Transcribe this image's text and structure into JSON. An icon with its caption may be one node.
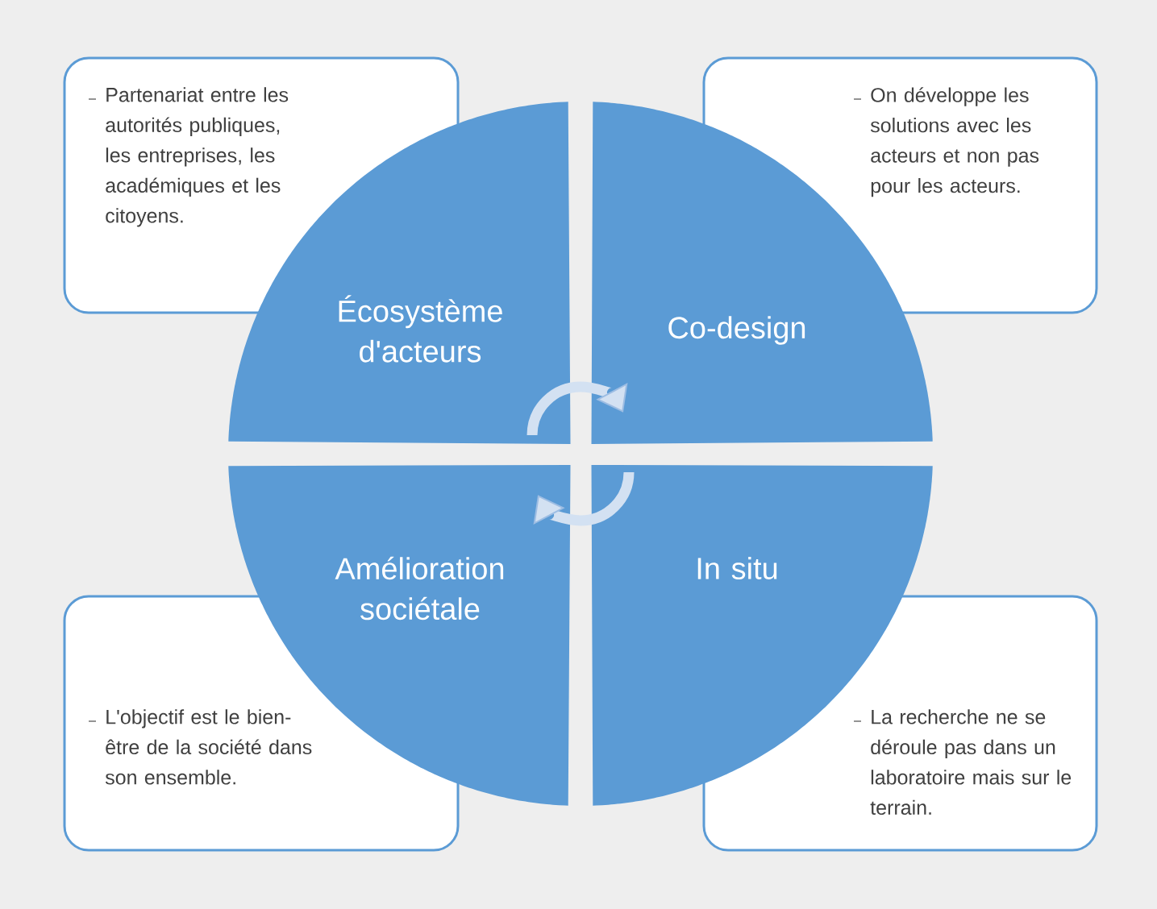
{
  "diagram": {
    "nodes": [
      {
        "text": [
          "Partenariat entre les autorités publiques, les entreprises, les académiques et les citoyens."
        ]
      },
      {
        "text": [
          "On développe les solutions avec les acteurs et non pas pour les acteurs."
        ]
      },
      {
        "text": [
          "Écosystème d'acteurs"
        ]
      },
      {
        "text": [
          "Co-design"
        ]
      },
      {
        "text": [
          "Amélioration sociétale"
        ]
      },
      {
        "text": [
          "In situ"
        ]
      },
      {
        "text": [
          "L'objectif est le bien-être de la société dans son ensemble."
        ]
      },
      {
        "text": [
          "La recherche ne se déroule pas dans un laboratoire mais sur le terrain."
        ]
      }
    ],
    "edges": [
      {
        "from": 2,
        "to": 3,
        "arrow": "to"
      },
      {
        "from": 5,
        "to": 4,
        "arrow": "to"
      }
    ]
  }
}
